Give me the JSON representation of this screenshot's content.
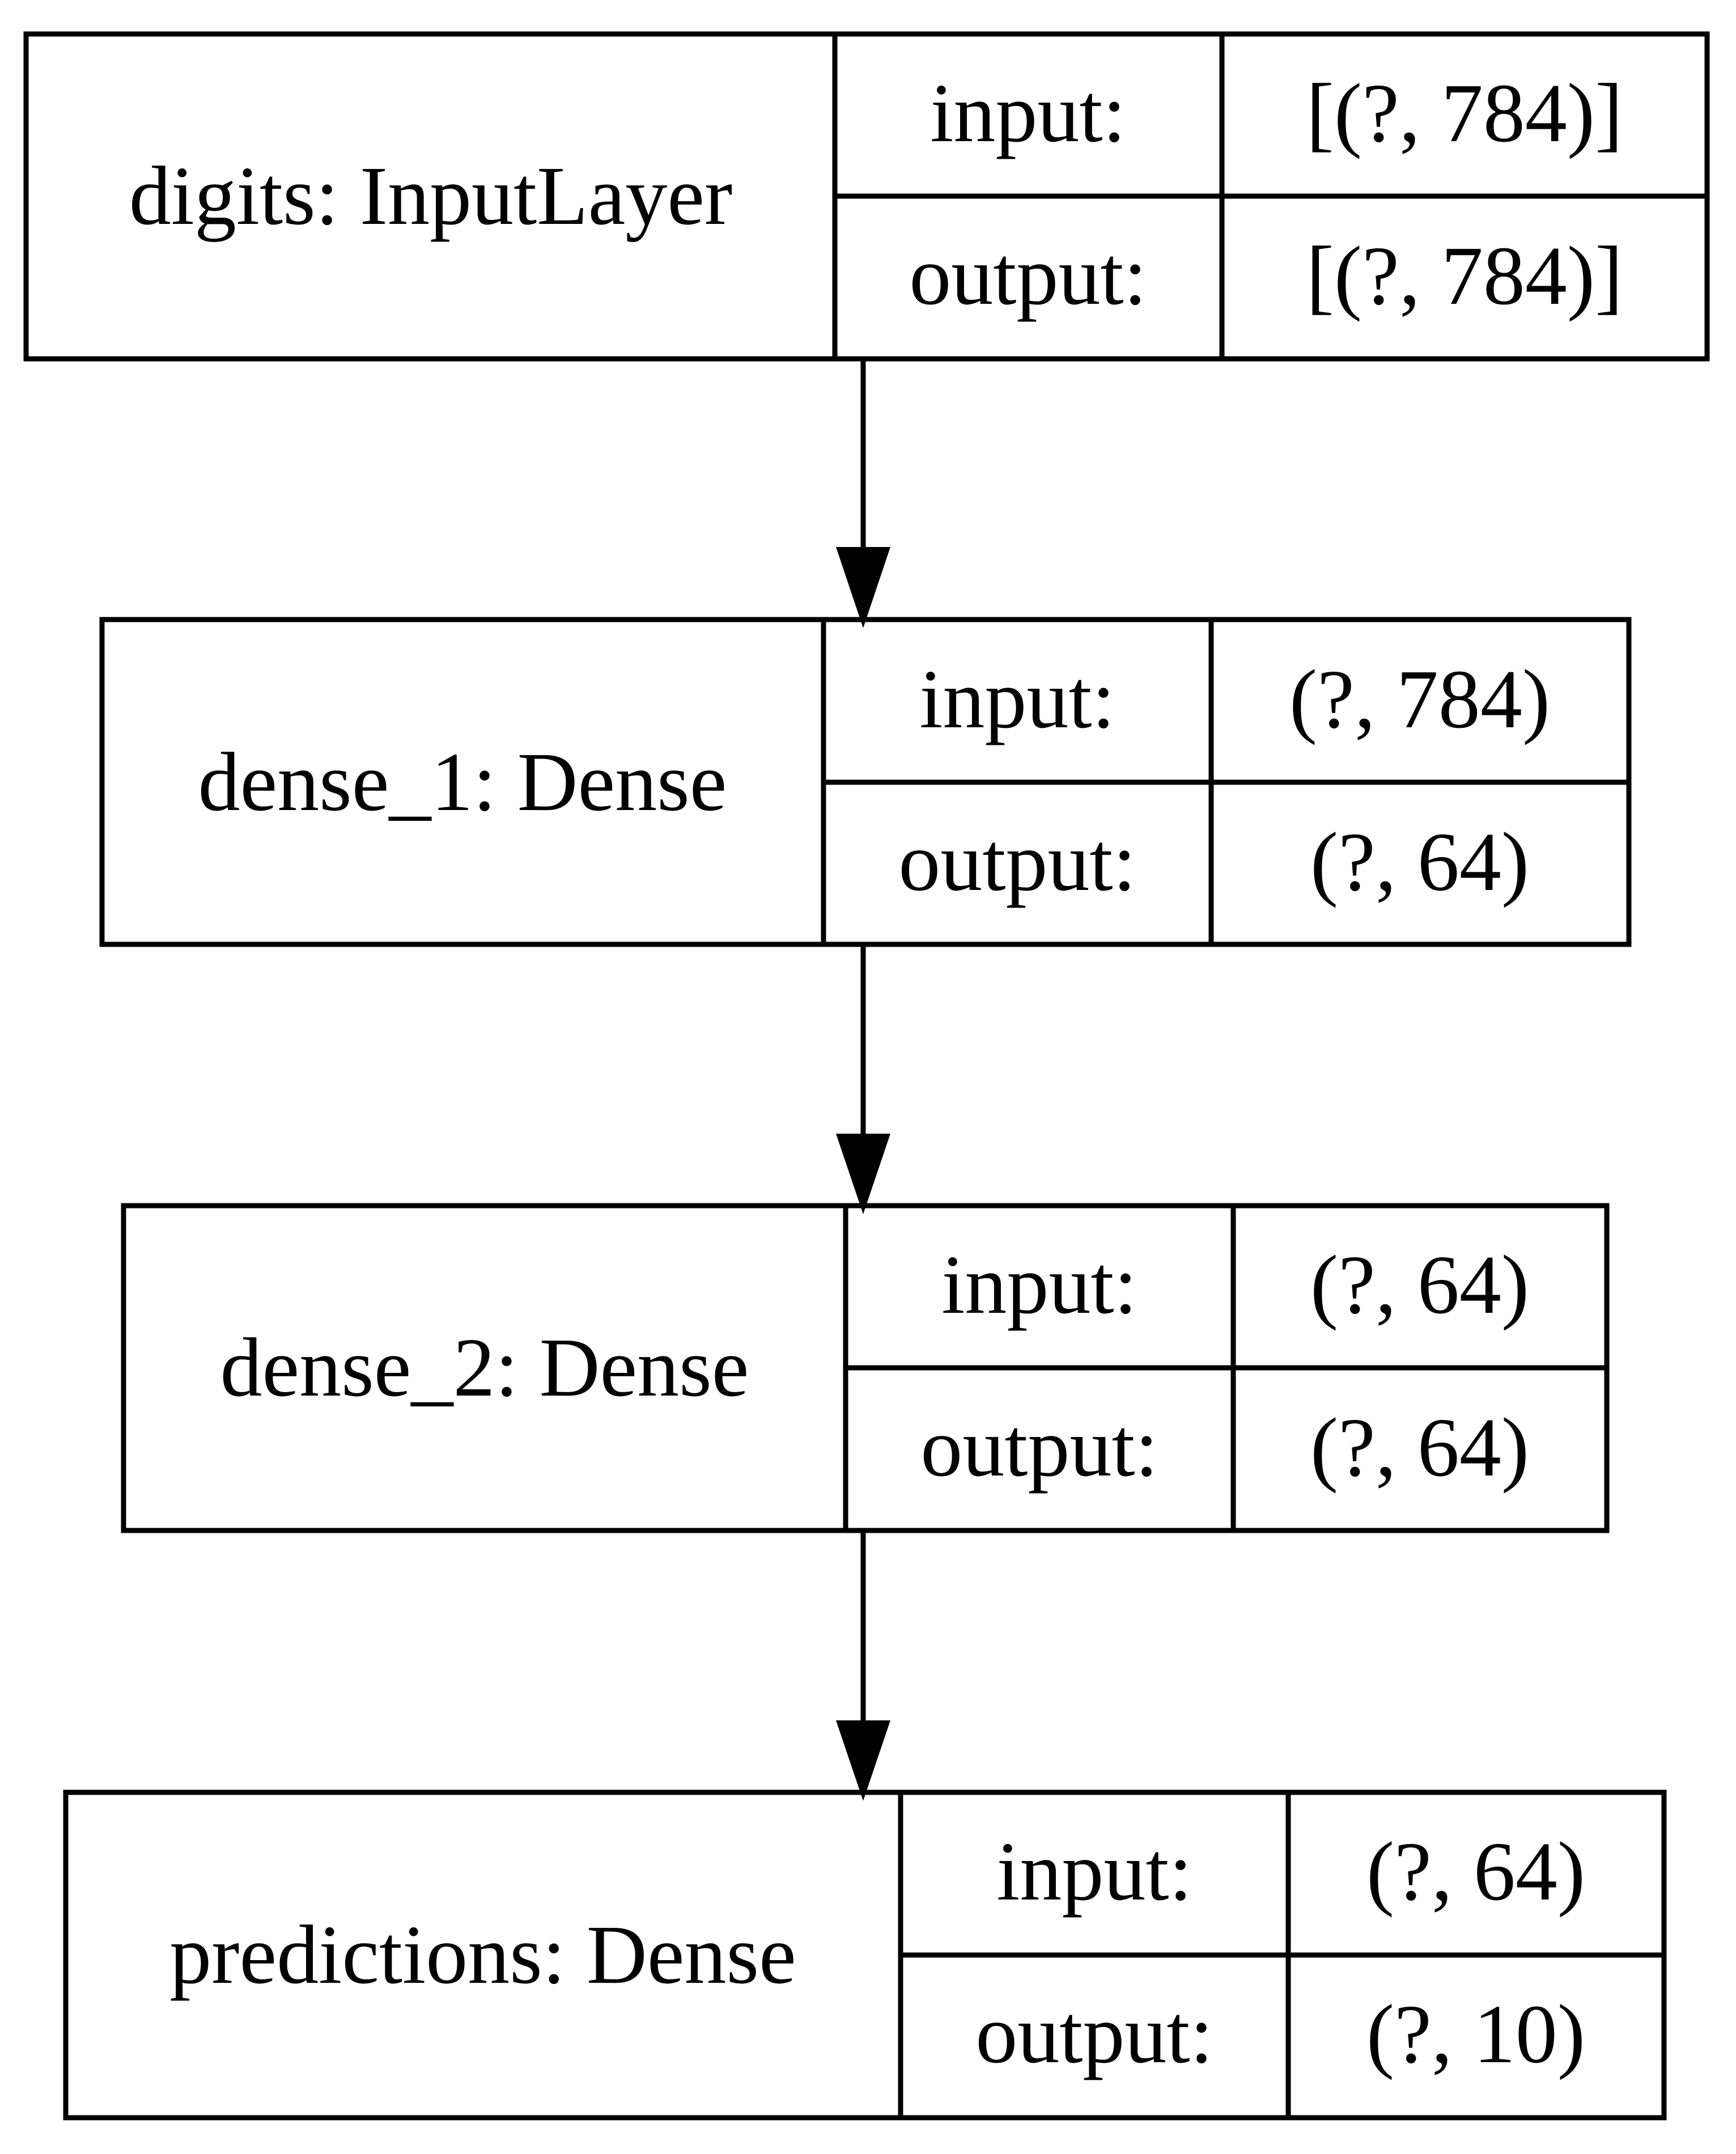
{
  "layers": [
    {
      "name": "digits: InputLayer",
      "input_label": "input:",
      "input_shape": "[(?, 784)]",
      "output_label": "output:",
      "output_shape": "[(?, 784)]"
    },
    {
      "name": "dense_1: Dense",
      "input_label": "input:",
      "input_shape": "(?, 784)",
      "output_label": "output:",
      "output_shape": "(?, 64)"
    },
    {
      "name": "dense_2: Dense",
      "input_label": "input:",
      "input_shape": "(?, 64)",
      "output_label": "output:",
      "output_shape": "(?, 64)"
    },
    {
      "name": "predictions: Dense",
      "input_label": "input:",
      "input_shape": "(?, 64)",
      "output_label": "output:",
      "output_shape": "(?, 10)"
    }
  ],
  "colors": {
    "stroke": "#000000",
    "background": "#ffffff"
  }
}
